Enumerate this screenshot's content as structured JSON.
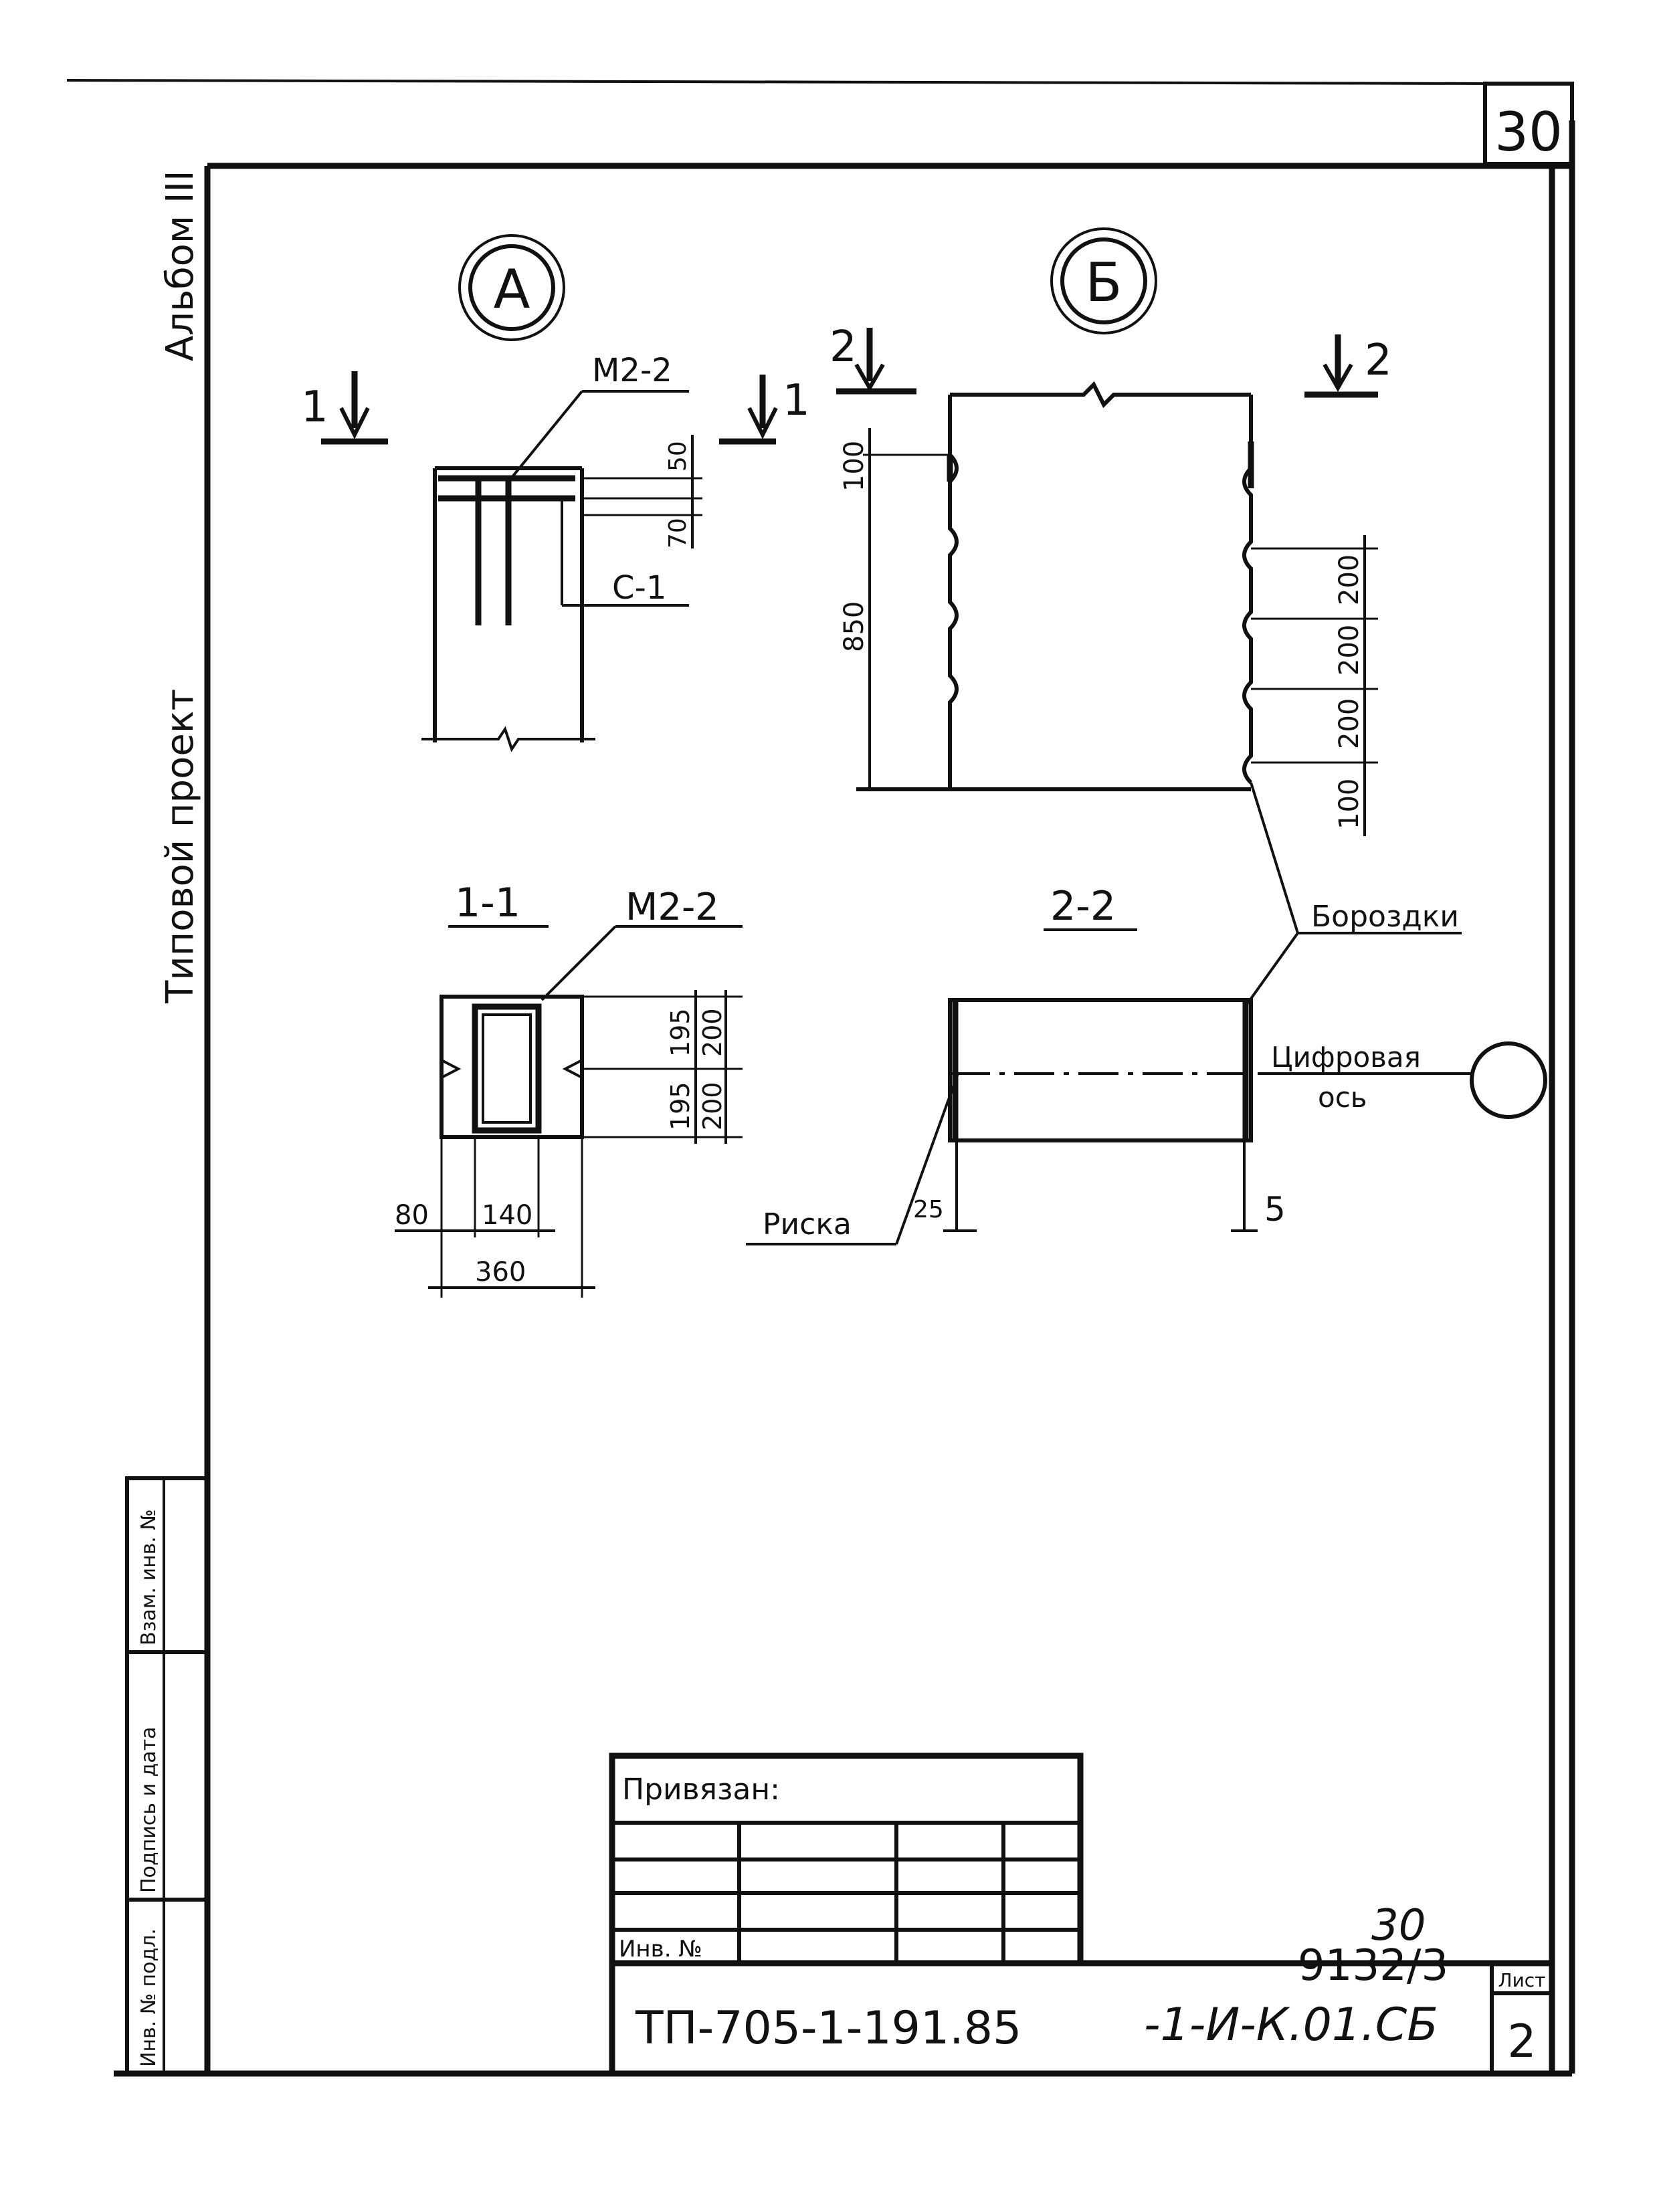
{
  "sheet": {
    "corner_number": "30",
    "side_album": "Альбом III",
    "side_project": "Типовой проект",
    "side_stamps": [
      "Инв. № подл.",
      "Подпись и дата",
      "Взам. инв. №"
    ]
  },
  "detail_a": {
    "marker": "А",
    "embed_label": "М2-2",
    "rod_label": "С-1",
    "dim_top": "50",
    "dim_second": "70",
    "cut_mark": "1"
  },
  "detail_b": {
    "marker": "Б",
    "cut_mark": "2",
    "left_dims": [
      "100",
      "850"
    ],
    "right_dims": [
      "200",
      "200",
      "200",
      "100"
    ]
  },
  "section_1_1": {
    "title": "1-1",
    "embed_label": "М2-2",
    "right_dims": [
      "195",
      "195",
      "200",
      "200"
    ],
    "bottom_dims": [
      "80",
      "140",
      "360"
    ]
  },
  "section_2_2": {
    "title": "2-2",
    "groove_label": "Бороздки",
    "axis_label_line1": "Цифровая",
    "axis_label_line2": "ось",
    "mark_label": "Риска",
    "dim_left": "25",
    "dim_right": "5"
  },
  "title_block": {
    "linked_label": "Привязан:",
    "inv_label": "Инв. №",
    "sheet_ref_top": "30",
    "sheet_ref_bottom": "9132/3",
    "doc_code": "ТП-705-1-191.85",
    "doc_suffix": "-1-И-К.01.СБ",
    "sheet_label": "Лист",
    "sheet_number": "2"
  }
}
